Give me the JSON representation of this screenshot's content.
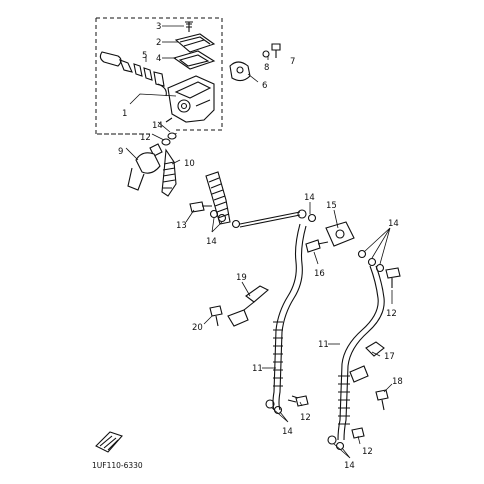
{
  "diagram": {
    "callouts": [
      {
        "id": "c3",
        "text": "3"
      },
      {
        "id": "c2",
        "text": "2"
      },
      {
        "id": "c4",
        "text": "4"
      },
      {
        "id": "c5",
        "text": "5"
      },
      {
        "id": "c8",
        "text": "8"
      },
      {
        "id": "c7",
        "text": "7"
      },
      {
        "id": "c6",
        "text": "6"
      },
      {
        "id": "c1",
        "text": "1"
      },
      {
        "id": "c14a",
        "text": "14"
      },
      {
        "id": "c12a",
        "text": "12"
      },
      {
        "id": "c9",
        "text": "9"
      },
      {
        "id": "c10",
        "text": "10"
      },
      {
        "id": "c13",
        "text": "13"
      },
      {
        "id": "c14b",
        "text": "14"
      },
      {
        "id": "c14c",
        "text": "14"
      },
      {
        "id": "c15",
        "text": "15"
      },
      {
        "id": "c14d",
        "text": "14"
      },
      {
        "id": "c16",
        "text": "16"
      },
      {
        "id": "c12b",
        "text": "12"
      },
      {
        "id": "c19",
        "text": "19"
      },
      {
        "id": "c20",
        "text": "20"
      },
      {
        "id": "c11a",
        "text": "11"
      },
      {
        "id": "c11b",
        "text": "11"
      },
      {
        "id": "c17",
        "text": "17"
      },
      {
        "id": "c18",
        "text": "18"
      },
      {
        "id": "c12c",
        "text": "12"
      },
      {
        "id": "c14e",
        "text": "14"
      },
      {
        "id": "c12d",
        "text": "12"
      },
      {
        "id": "c14f",
        "text": "14"
      }
    ],
    "figure_code": "1UF110-6330"
  }
}
